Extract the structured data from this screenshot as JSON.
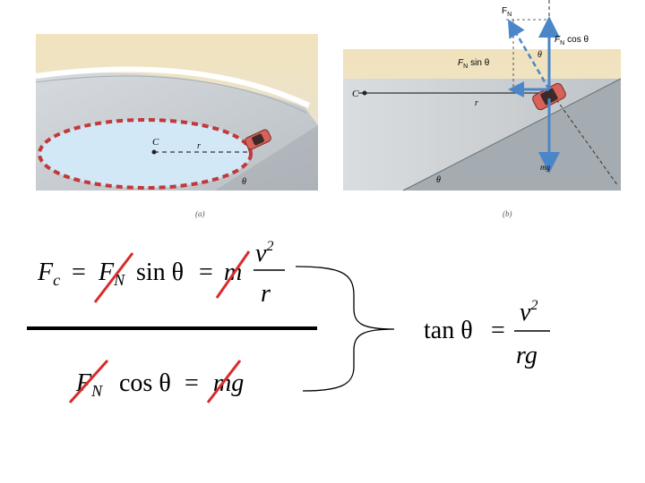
{
  "figure_a": {
    "caption": "(a)",
    "center_label": "C",
    "radius_label": "r",
    "angle_label": "θ"
  },
  "figure_b": {
    "caption": "(b)",
    "center_label": "C",
    "radius_label": "r",
    "angle_label": "θ",
    "angle_top_label": "θ",
    "fn_label": "F",
    "fn_sub": "N",
    "fn_cos_label": "cos θ",
    "fn_sin_label": "sin θ",
    "mg_label": "mg"
  },
  "equations": {
    "eq1": {
      "lhs": "F",
      "lhs_sub": "c",
      "eq": "=",
      "fn": "F",
      "fn_sub": "N",
      "trig": "sin θ",
      "eq2": "=",
      "m": "m",
      "num": "v",
      "num_sup": "2",
      "den": "r"
    },
    "eq2": {
      "fn": "F",
      "fn_sub": "N",
      "trig": "cos θ",
      "eq": "=",
      "mg": "mg"
    },
    "result": {
      "tan": "tan θ",
      "eq": "=",
      "num": "v",
      "num_sup": "2",
      "den": "rg"
    }
  },
  "colors": {
    "road": "#c9ced2",
    "ice": "#d2e8f6",
    "wall": "#e4dcc6",
    "arrow": "#4a86c8",
    "dash_red": "#c0393b",
    "strike": "#d92b2b"
  }
}
